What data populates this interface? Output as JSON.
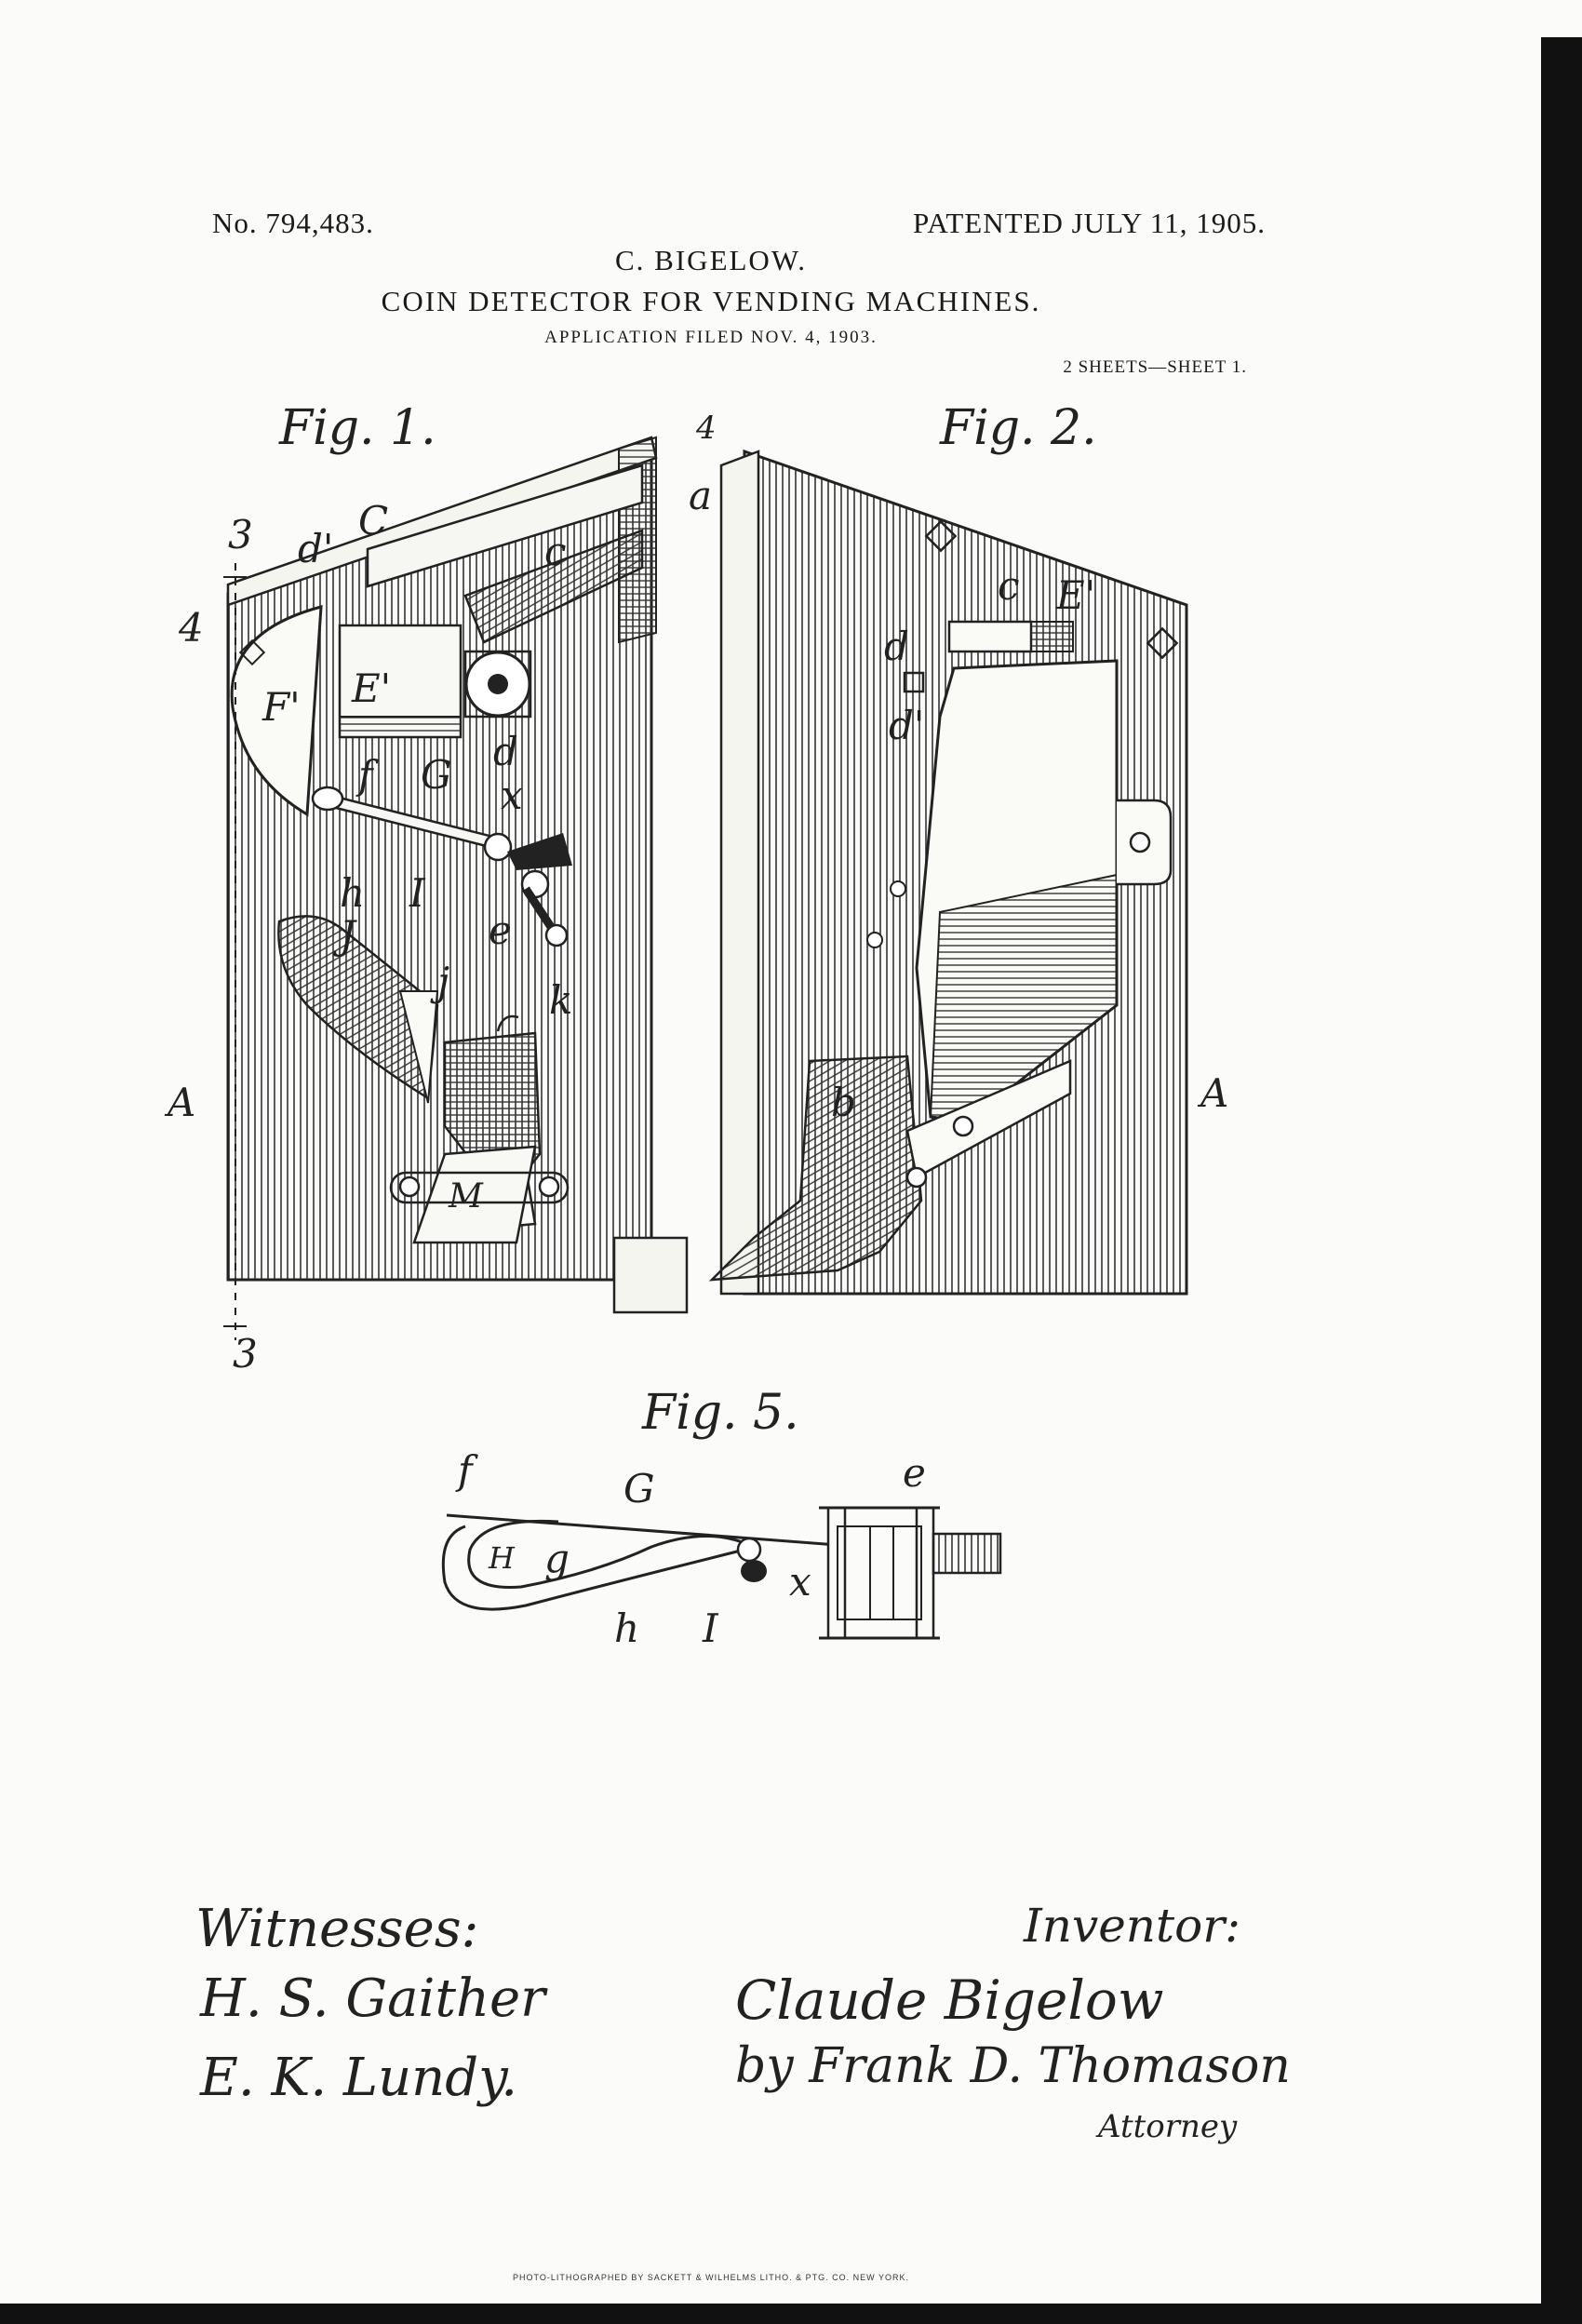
{
  "header": {
    "patent_number": "No. 794,483.",
    "patented_date": "PATENTED JULY 11, 1905.",
    "inventor_name": "C. BIGELOW.",
    "title": "COIN DETECTOR FOR VENDING MACHINES.",
    "application": "APPLICATION FILED NOV. 4, 1903.",
    "sheets": "2 SHEETS—SHEET 1."
  },
  "figures": {
    "fig1_label": "Fig. 1.",
    "fig2_label": "Fig. 2.",
    "fig5_label": "Fig. 5."
  },
  "fig1_refs": {
    "three_top": "3",
    "three_bottom": "3",
    "four_left": "4",
    "four_top": "4",
    "C": "C",
    "d_prime": "d'",
    "c": "c",
    "F_prime": "F'",
    "E_prime": "E'",
    "d": "d",
    "f": "f",
    "G": "G",
    "x": "x",
    "h": "h",
    "I": "I",
    "e": "e",
    "J": "J",
    "j": "j",
    "k": "k",
    "A": "A",
    "M": "M",
    "a": "a"
  },
  "fig2_refs": {
    "c": "c",
    "E_prime": "E'",
    "d": "d",
    "d_prime": "d'",
    "b": "b",
    "A": "A"
  },
  "fig5_refs": {
    "f": "f",
    "G": "G",
    "e": "e",
    "H": "H",
    "g": "g",
    "x": "x",
    "h": "h",
    "I": "I"
  },
  "signatures": {
    "witnesses_label": "Witnesses:",
    "witness_1": "H. S. Gaither",
    "witness_2": "E. K. Lundy.",
    "inventor_label": "Inventor:",
    "inventor_signature": "Claude Bigelow",
    "by_attorney": "by Frank D. Thomason",
    "attorney_label": "Attorney"
  },
  "footer": {
    "printer": "PHOTO-LITHOGRAPHED BY SACKETT & WILHELMS LITHO. & PTG. CO. NEW YORK."
  }
}
